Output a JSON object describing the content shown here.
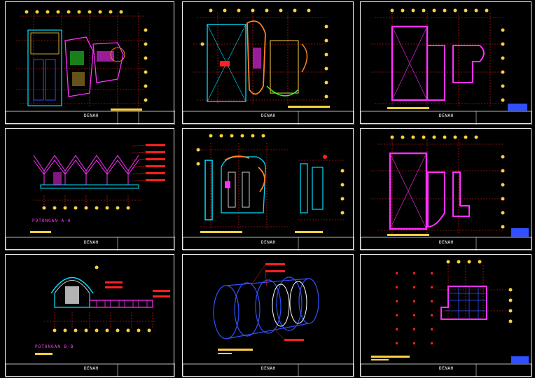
{
  "colors": {
    "background": "#000000",
    "frame": "#e8e8e8",
    "grid": "#ff2020",
    "structure": "#ff30ff",
    "accent_cyan": "#00e0ff",
    "accent_yellow": "#ffd040",
    "accent_orange": "#ff8020",
    "accent_blue": "#3050ff",
    "accent_green": "#30ff30"
  },
  "sheets": [
    {
      "id": "sheet-1",
      "title_block": "DENAH"
    },
    {
      "id": "sheet-2",
      "title_block": "DENAH"
    },
    {
      "id": "sheet-3",
      "title_block": "DENAH"
    },
    {
      "id": "sheet-4",
      "title_block": "DENAH",
      "section_title": "POTONGAN A-A"
    },
    {
      "id": "sheet-5",
      "title_block": "DENAH"
    },
    {
      "id": "sheet-6",
      "title_block": "DENAH"
    },
    {
      "id": "sheet-7",
      "title_block": "DENAH",
      "section_title": "POTONGAN B-B"
    },
    {
      "id": "sheet-8",
      "title_block": "DENAH"
    },
    {
      "id": "sheet-9",
      "title_block": "DENAH"
    }
  ]
}
